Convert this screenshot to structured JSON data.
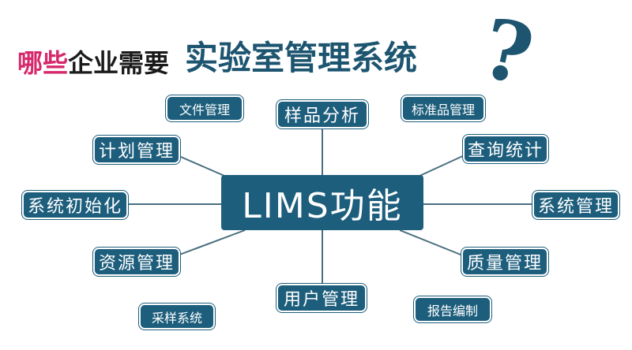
{
  "title": {
    "part1": "哪些",
    "part2": "企业需要",
    "part3": "实验室管理系统",
    "question_mark": "?"
  },
  "center": {
    "label": "LIMS功能"
  },
  "nodes": {
    "file_management": "文件管理",
    "sample_analysis": "样品分析",
    "standard_management": "标准品管理",
    "plan_management": "计划管理",
    "query_statistics": "查询统计",
    "system_init": "系统初始化",
    "system_management": "系统管理",
    "resource_management": "资源管理",
    "quality_management": "质量管理",
    "user_management": "用户管理",
    "sampling_system": "采样系统",
    "report_preparation": "报告编制"
  },
  "colors": {
    "title_red": "#d6296b",
    "title_black": "#1a1a1a",
    "primary_blue": "#1d5e7c",
    "title_blue": "#1d5570",
    "line_gray": "#4a6f80"
  }
}
